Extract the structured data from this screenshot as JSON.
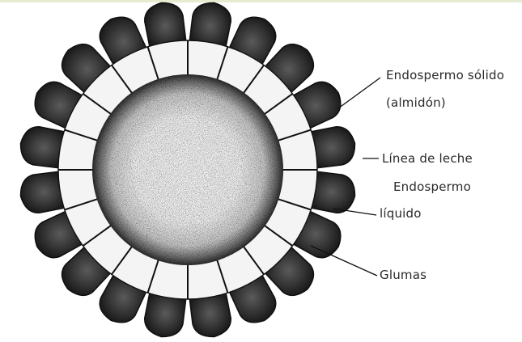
{
  "labels": {
    "solid_endosperm_line1": "Endospermo sólido",
    "solid_endosperm_line2": "(almidón)",
    "milk_line": "Línea de leche",
    "liquid_endosperm_line1": "Endospermo",
    "liquid_endosperm_line2": "líquido",
    "glumes": "Glumas"
  },
  "colors": {
    "outer_kernels": "#2a2a2a",
    "inner_ring": "#f4f4f4",
    "starch_core": "#ffffff",
    "lines": "#111111",
    "text": "#2a2a2a"
  },
  "diagram": {
    "type": "cross-section of a corn cob",
    "kernel_count": 20
  }
}
